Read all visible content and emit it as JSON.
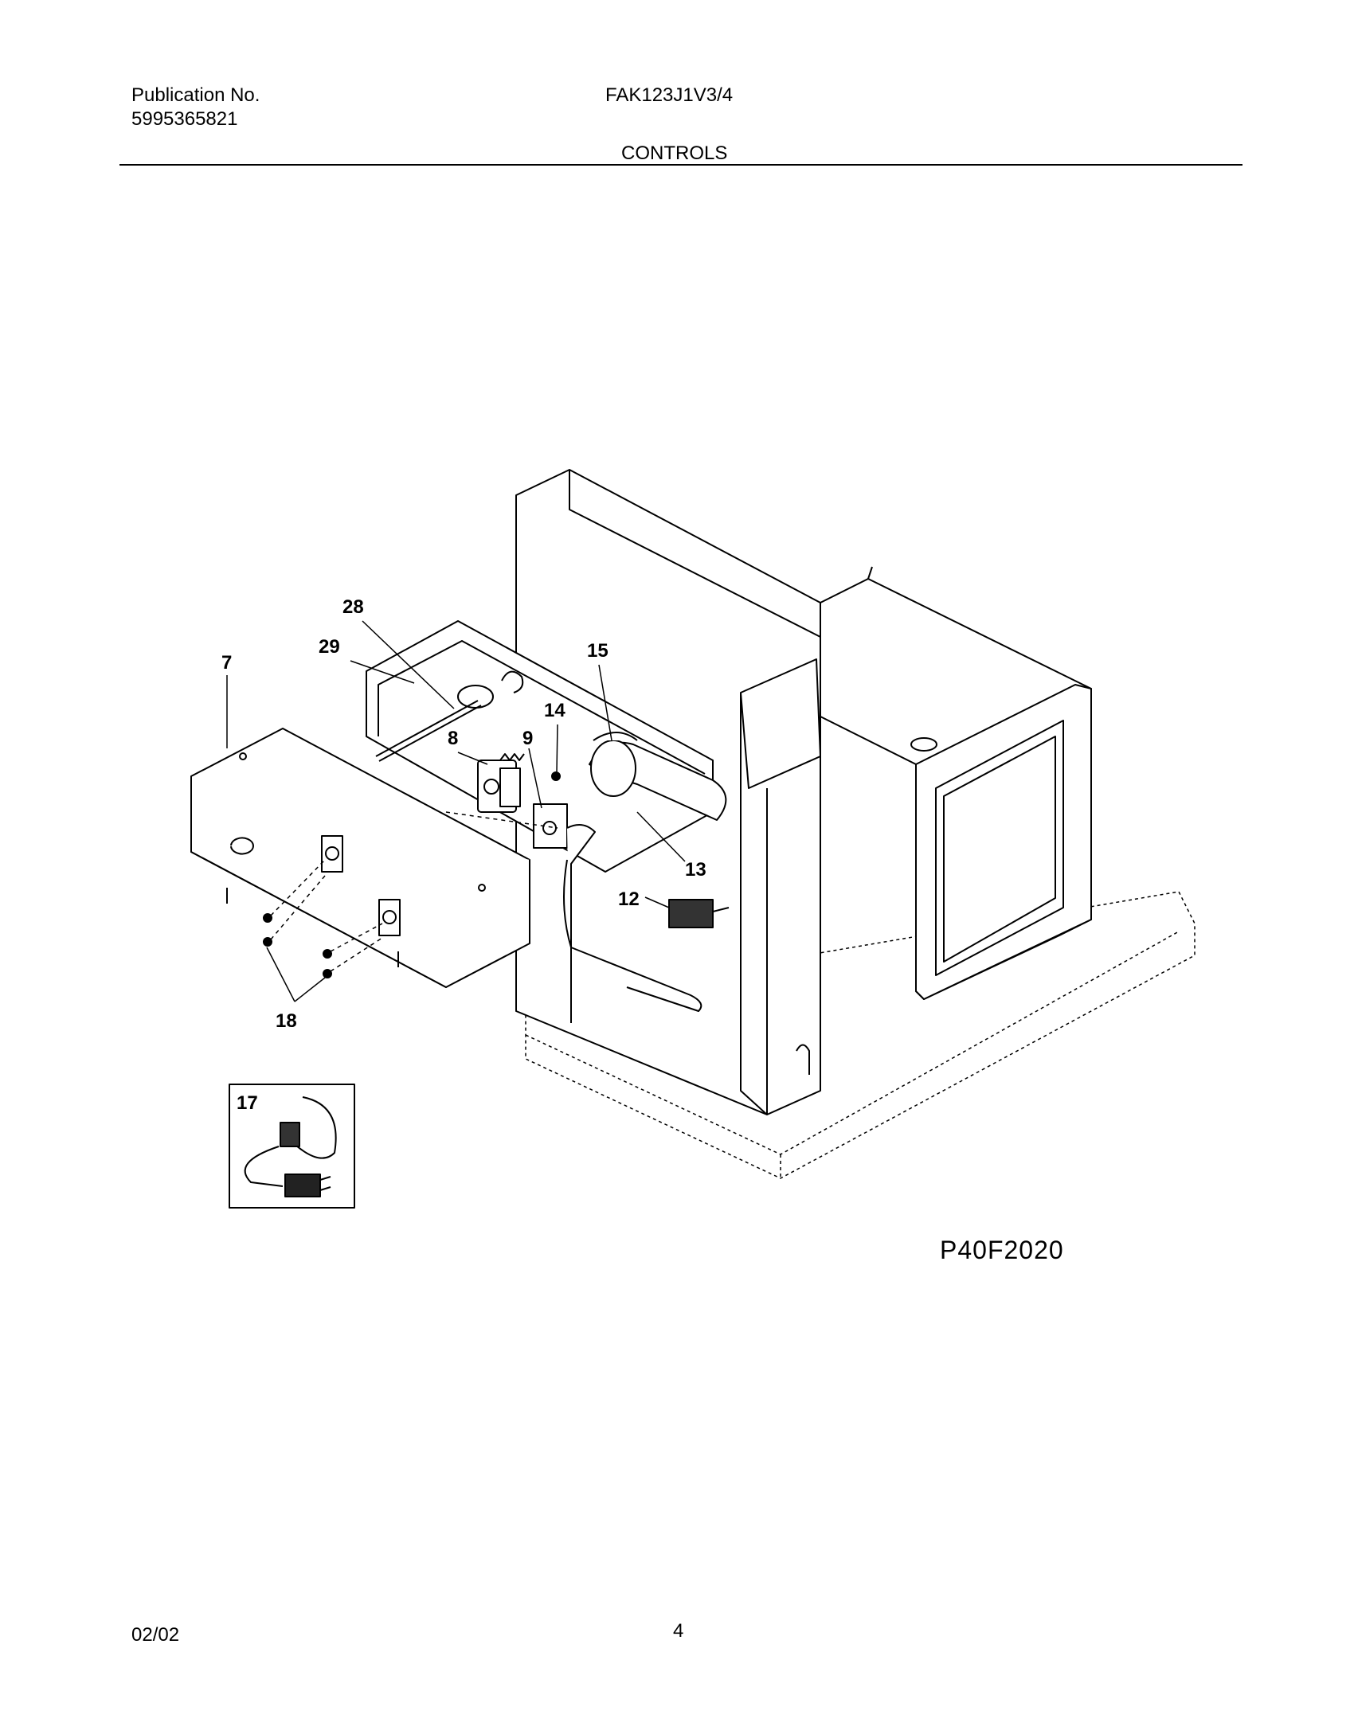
{
  "header": {
    "publication_label": "Publication No.",
    "publication_number": "5995365821",
    "model": "FAK123J1V3/4",
    "section_title": "CONTROLS"
  },
  "diagram": {
    "callouts": {
      "c7": "7",
      "c8": "8",
      "c9": "9",
      "c12": "12",
      "c13": "13",
      "c14": "14",
      "c15": "15",
      "c17": "17",
      "c18": "18",
      "c28": "28",
      "c29": "29"
    },
    "figure_code": "P40F2020"
  },
  "footer": {
    "date": "02/02",
    "page": "4"
  }
}
